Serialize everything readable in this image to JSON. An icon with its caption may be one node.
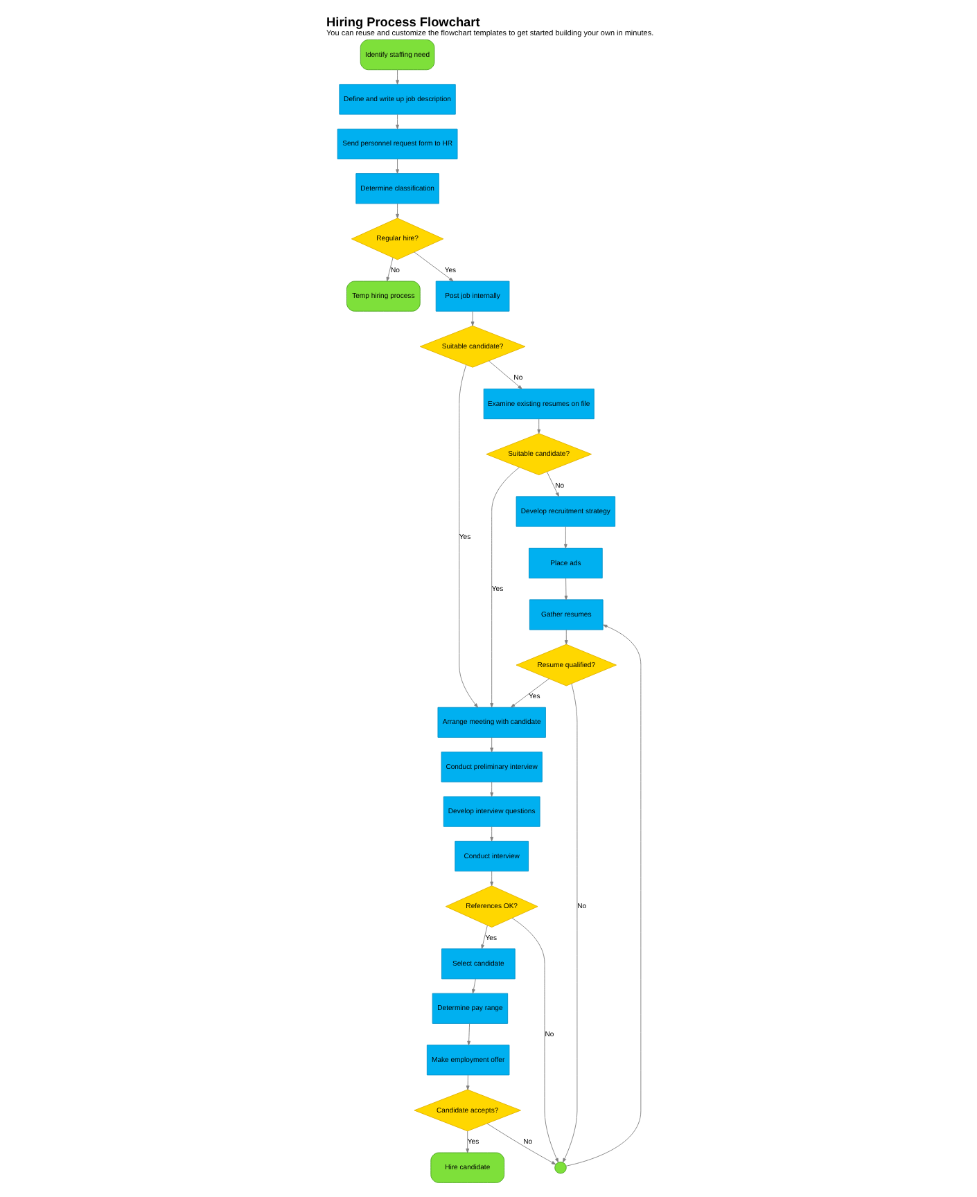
{
  "diagram": {
    "title": "Hiring Process Flowchart",
    "caption": "You can reuse and customize the flowchart templates to get started building your own in minutes.",
    "nodes": [
      {
        "text": [
          "Identify staffing need"
        ]
      },
      {
        "text": [
          "Define and write up job description"
        ]
      },
      {
        "text": [
          "Send personnel request form to HR"
        ]
      },
      {
        "text": [
          "Determine classification"
        ]
      },
      {
        "text": [
          "Regular hire?"
        ]
      },
      {
        "text": [
          "Temp hiring process"
        ]
      },
      {
        "text": [
          "Post job internally"
        ]
      },
      {
        "text": [
          "Suitable candidate?"
        ]
      },
      {
        "text": [
          "Examine existing resumes on file"
        ]
      },
      {
        "text": [
          "Suitable candidate?"
        ]
      },
      {
        "text": [
          "Develop recruitment strategy"
        ]
      },
      {
        "text": [
          "Place ads"
        ]
      },
      {
        "text": [
          "Gather resumes"
        ]
      },
      {
        "text": [
          "Resume qualified?"
        ]
      },
      {
        "text": [
          "Arrange meeting with candidate"
        ]
      },
      {
        "text": [
          "Conduct preliminary interview"
        ]
      },
      {
        "text": [
          "Develop interview questions"
        ]
      },
      {
        "text": [
          "Conduct interview"
        ]
      },
      {
        "text": [
          "References OK?"
        ]
      },
      {
        "text": [
          "Select candidate"
        ]
      },
      {
        "text": [
          "Determine pay range"
        ]
      },
      {
        "text": [
          "Make employment offer"
        ]
      },
      {
        "text": [
          "Candidate accepts?"
        ]
      },
      {
        "text": [
          "Hire candidate"
        ]
      },
      {
        "text": [],
        "shape": "circle"
      }
    ],
    "edges": [
      {
        "from": 0,
        "to": 1,
        "arrow": "to"
      },
      {
        "from": 1,
        "to": 2,
        "arrow": "to"
      },
      {
        "from": 2,
        "to": 3,
        "arrow": "to"
      },
      {
        "from": 3,
        "to": 4,
        "arrow": "to"
      },
      {
        "from": 4,
        "to": 5,
        "arrow": "to",
        "label": "No"
      },
      {
        "from": 4,
        "to": 6,
        "arrow": "to",
        "label": "Yes"
      },
      {
        "from": 6,
        "to": 7,
        "arrow": "to"
      },
      {
        "from": 7,
        "to": 14,
        "arrow": "to",
        "label": "Yes"
      },
      {
        "from": 7,
        "to": 8,
        "arrow": "to",
        "label": "No"
      },
      {
        "from": 8,
        "to": 9,
        "arrow": "to"
      },
      {
        "from": 9,
        "to": 14,
        "arrow": "to",
        "label": "Yes"
      },
      {
        "from": 9,
        "to": 10,
        "arrow": "to",
        "label": "No"
      },
      {
        "from": 10,
        "to": 11,
        "arrow": "to"
      },
      {
        "from": 11,
        "to": 12,
        "arrow": "to"
      },
      {
        "from": 12,
        "to": 13,
        "arrow": "to"
      },
      {
        "from": 13,
        "to": 14,
        "arrow": "to",
        "label": "Yes"
      },
      {
        "from": 13,
        "to": 24,
        "arrow": "to",
        "label": "No"
      },
      {
        "from": 14,
        "to": 15,
        "arrow": "to"
      },
      {
        "from": 15,
        "to": 16,
        "arrow": "to"
      },
      {
        "from": 16,
        "to": 17,
        "arrow": "to"
      },
      {
        "from": 17,
        "to": 18,
        "arrow": "to"
      },
      {
        "from": 18,
        "to": 19,
        "arrow": "to",
        "label": "Yes"
      },
      {
        "from": 18,
        "to": 24,
        "arrow": "to",
        "label": "No"
      },
      {
        "from": 19,
        "to": 20,
        "arrow": "to"
      },
      {
        "from": 20,
        "to": 21,
        "arrow": "to"
      },
      {
        "from": 21,
        "to": 22,
        "arrow": "to"
      },
      {
        "from": 22,
        "to": 23,
        "arrow": "to",
        "label": "Yes"
      },
      {
        "from": 22,
        "to": 24,
        "arrow": "to",
        "label": "No"
      },
      {
        "from": 24,
        "to": 12,
        "arrow": "to"
      }
    ]
  }
}
